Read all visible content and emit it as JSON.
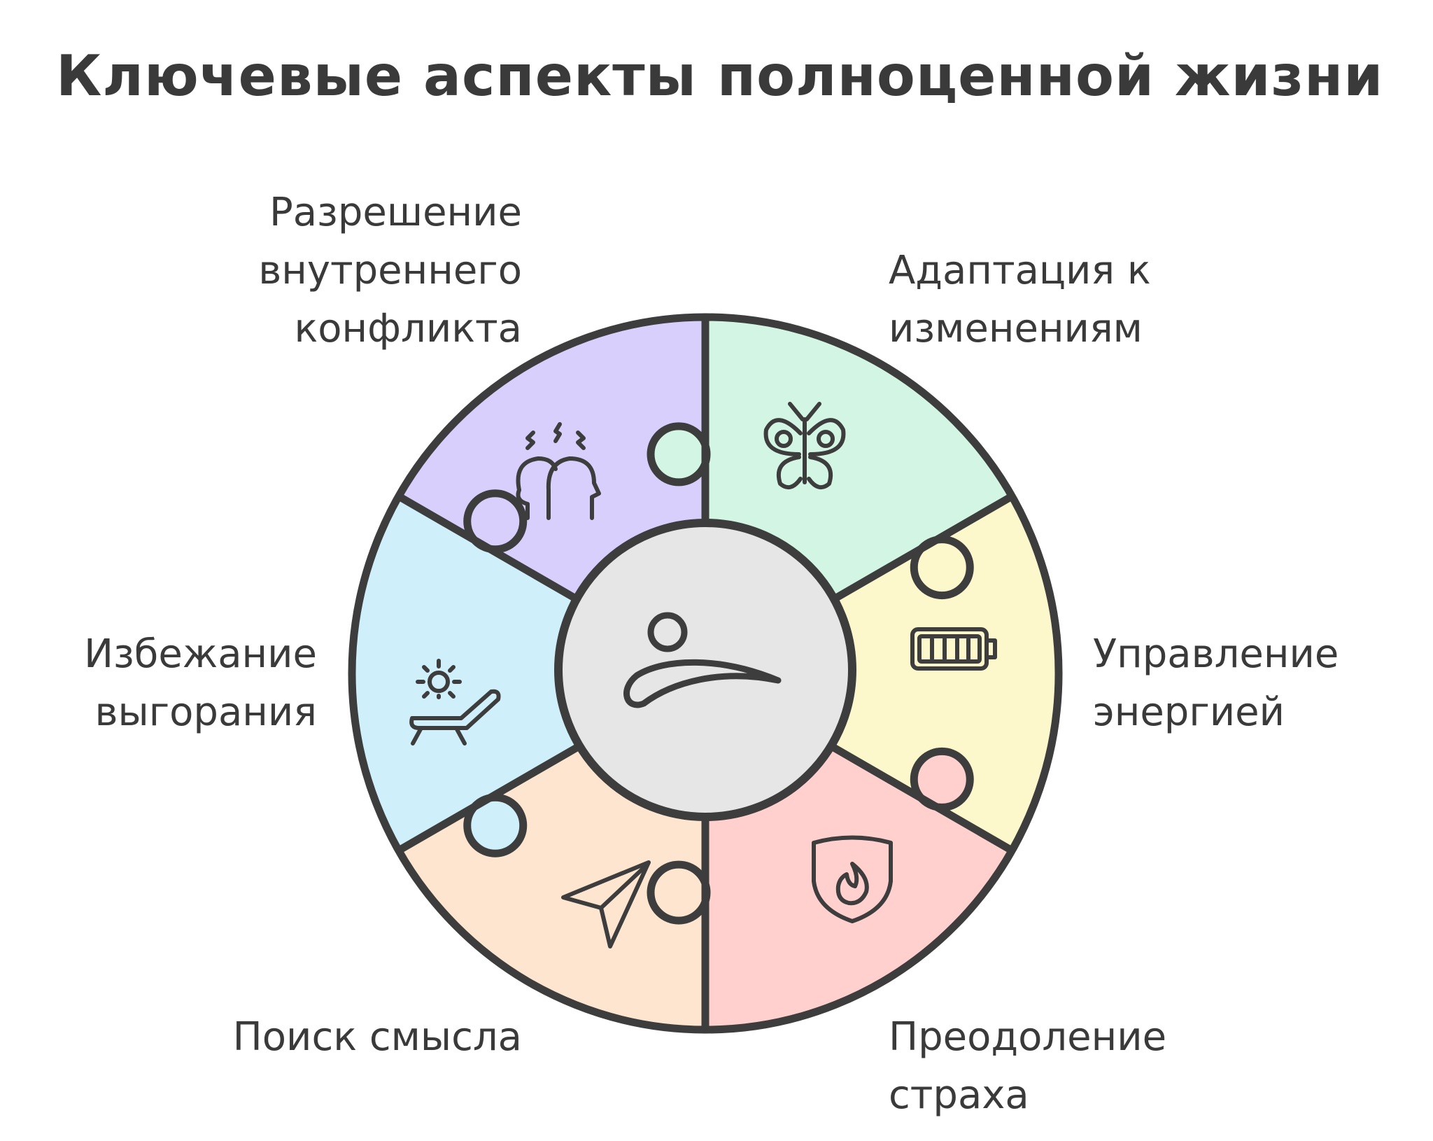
{
  "title": "Ключевые аспекты полноценной жизни",
  "center_icon": "sad-face-icon",
  "segments": [
    {
      "id": "conflict",
      "lines": [
        "Разрешение",
        "внутреннего",
        "конфликта"
      ],
      "color": "#d8cffc",
      "icon": "conflict-heads-icon"
    },
    {
      "id": "adaptation",
      "lines": [
        "Адаптация к",
        "изменениям"
      ],
      "color": "#d3f5e4",
      "icon": "butterfly-icon"
    },
    {
      "id": "energy",
      "lines": [
        "Управление",
        "энергией"
      ],
      "color": "#fdf8cc",
      "icon": "battery-icon"
    },
    {
      "id": "fear",
      "lines": [
        "Преодоление",
        "страха"
      ],
      "color": "#ffd0cd",
      "icon": "shield-flame-icon"
    },
    {
      "id": "meaning",
      "lines": [
        "Поиск смысла"
      ],
      "color": "#fde5cf",
      "icon": "paper-plane-icon"
    },
    {
      "id": "burnout",
      "lines": [
        "Избежание",
        "выгорания"
      ],
      "color": "#cfeffb",
      "icon": "sun-lounger-icon"
    }
  ],
  "colors": {
    "stroke": "#3d3d3d",
    "center": "#e6e6e6"
  }
}
